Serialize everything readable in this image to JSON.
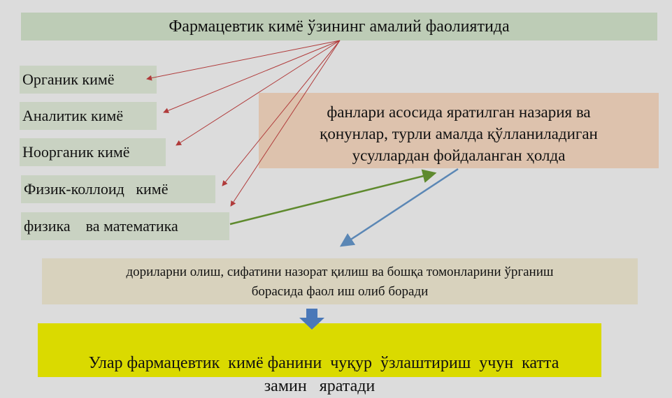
{
  "title": "Фармацевтик кимё ўзининг амалий фаолиятида",
  "left_items": [
    "Органик кимё",
    "Аналитик кимё",
    "Ноорганик кимё",
    "Физик-коллоид   кимё",
    "физика    ва математика"
  ],
  "orange_box": {
    "lines": [
      "фанлари асосида яратилган назария ва",
      "қонунлар, турли амалда қўлланиладиган",
      "усуллардан фойдаланган ҳолда"
    ]
  },
  "beige_box": {
    "lines": [
      "дориларни олиш, сифатини назорат қилиш ва бошқа томонларини ўрганиш",
      "борасида фаол иш олиб боради"
    ]
  },
  "yellow_box": {
    "text": "Улар фармацевтик  кимё фанини  чуқур  ўзлаштириш  учун  катта\nзамин   яратади"
  },
  "colors": {
    "red_arrow": "#b03a3a",
    "green_arrow": "#5f8a2e",
    "blue_arrow": "#5b87b5",
    "down_arrow": "#4a78b8"
  }
}
